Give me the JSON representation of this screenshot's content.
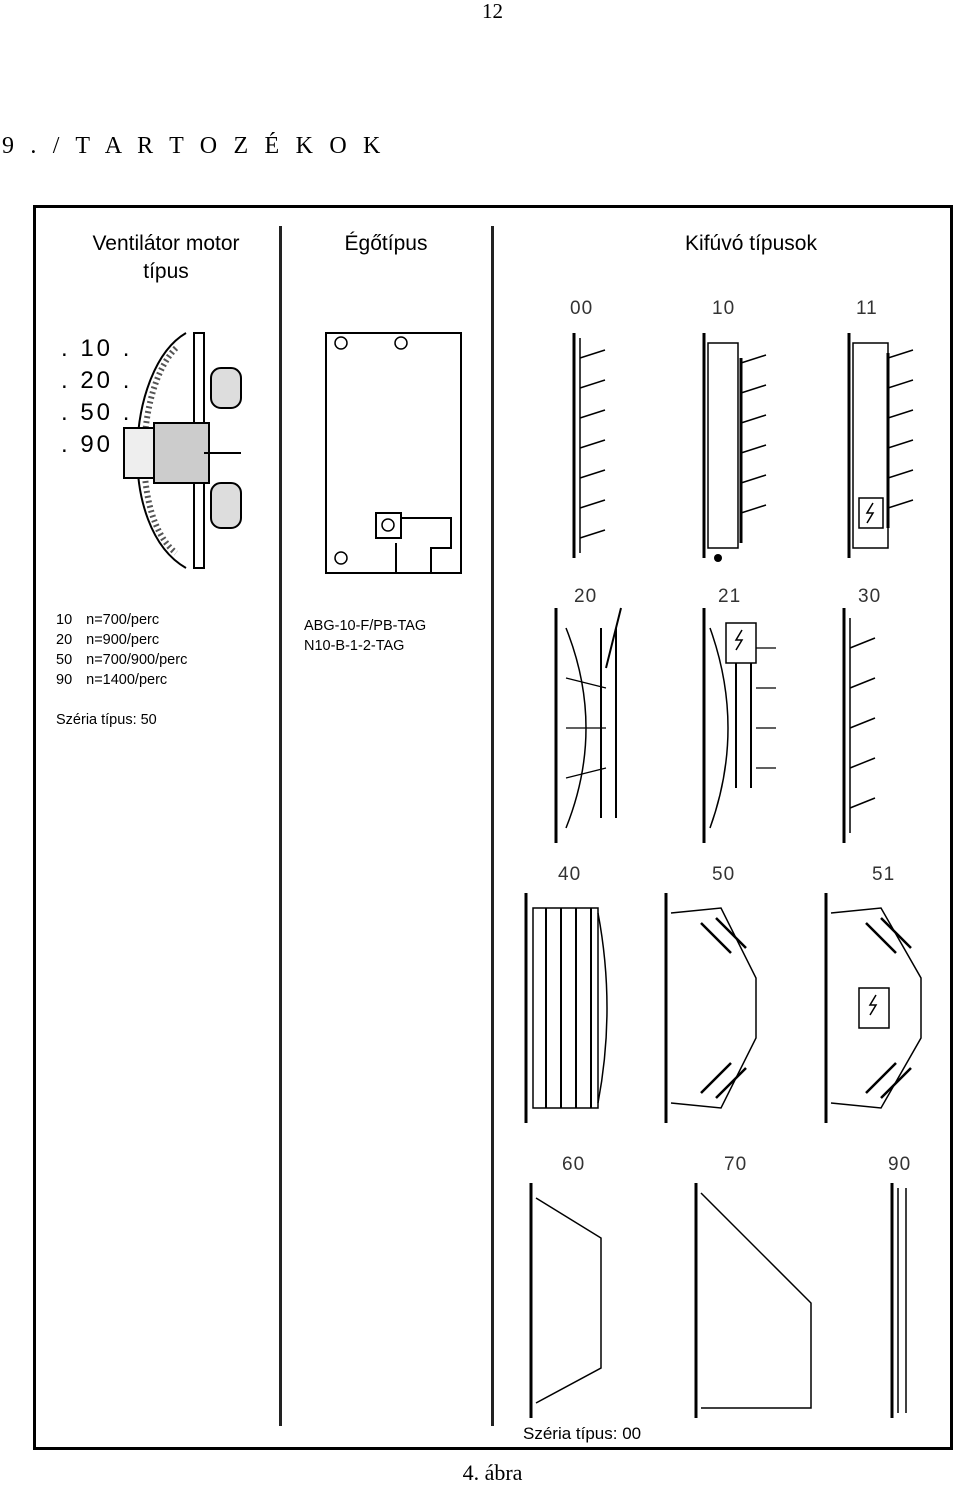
{
  "page_number": "12",
  "section_title": "9 . /   T A R T O Z É K O K",
  "columns": {
    "motor": {
      "heading_line1": "Ventilátor motor",
      "heading_line2": "típus",
      "codes": [
        ". 10 .",
        ". 20 .",
        ". 50 .",
        ". 90 ."
      ],
      "speeds": [
        {
          "code": "10",
          "rate": "n=700/perc"
        },
        {
          "code": "20",
          "rate": "n=900/perc"
        },
        {
          "code": "50",
          "rate": "n=700/900/perc"
        },
        {
          "code": "90",
          "rate": "n=1400/perc"
        }
      ],
      "series": "Széria típus: 50"
    },
    "burner": {
      "heading": "Égőtípus",
      "codes": [
        "ABG-10-F/PB-TAG",
        "N10-B-1-2-TAG"
      ]
    },
    "outlet": {
      "heading": "Kifúvó típusok",
      "types": [
        "00",
        "10",
        "11",
        "20",
        "21",
        "30",
        "40",
        "50",
        "51",
        "60",
        "70",
        "90"
      ],
      "series": "Széria típus: 00"
    }
  },
  "figure_caption": "4. ábra"
}
